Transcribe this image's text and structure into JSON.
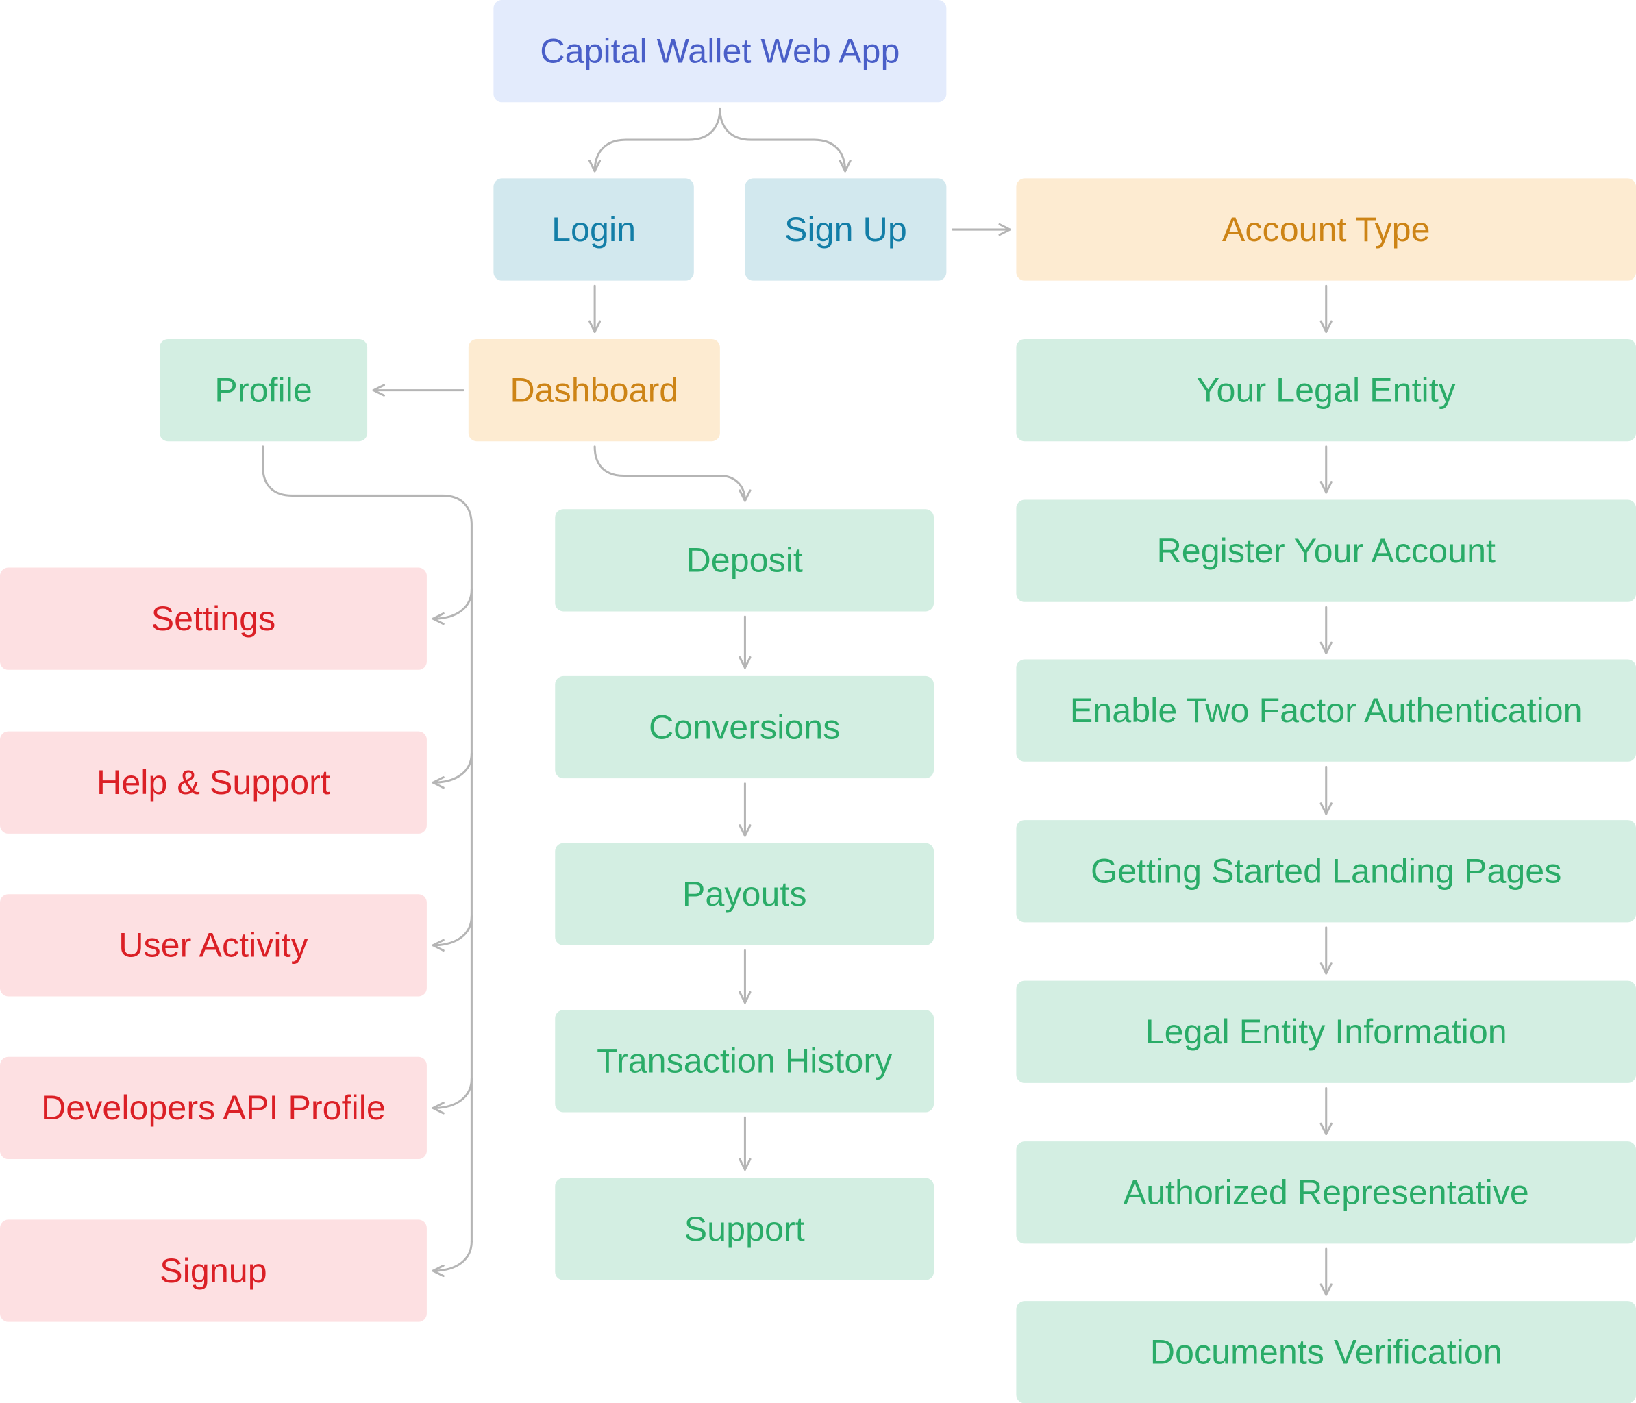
{
  "diagram": {
    "root": "Capital Wallet Web App",
    "auth": {
      "login": "Login",
      "signup": "Sign Up"
    },
    "account_type": "Account Type",
    "onboarding_steps": [
      "Your Legal Entity",
      "Register Your Account",
      "Enable Two Factor Authentication",
      "Getting Started Landing Pages",
      "Legal Entity Information",
      "Authorized Representative",
      "Documents Verification"
    ],
    "dashboard": "Dashboard",
    "profile": "Profile",
    "dashboard_pages": [
      "Deposit",
      "Conversions",
      "Payouts",
      "Transaction History",
      "Support"
    ],
    "profile_pages": [
      "Settings",
      "Help & Support",
      "User Activity",
      "Developers API Profile",
      "Signup"
    ],
    "colors": {
      "root_fill": "#e3ebfc",
      "root_text": "#4a5fc8",
      "auth_fill": "#d2e8ee",
      "auth_text": "#137ea7",
      "hub_fill": "#fdebd1",
      "hub_text": "#cd8416",
      "page_fill": "#d3eee2",
      "page_text": "#2aac68",
      "profile_menu_fill": "#fde0e2",
      "profile_menu_text": "#db2026",
      "connector": "#b5b5b5"
    }
  }
}
